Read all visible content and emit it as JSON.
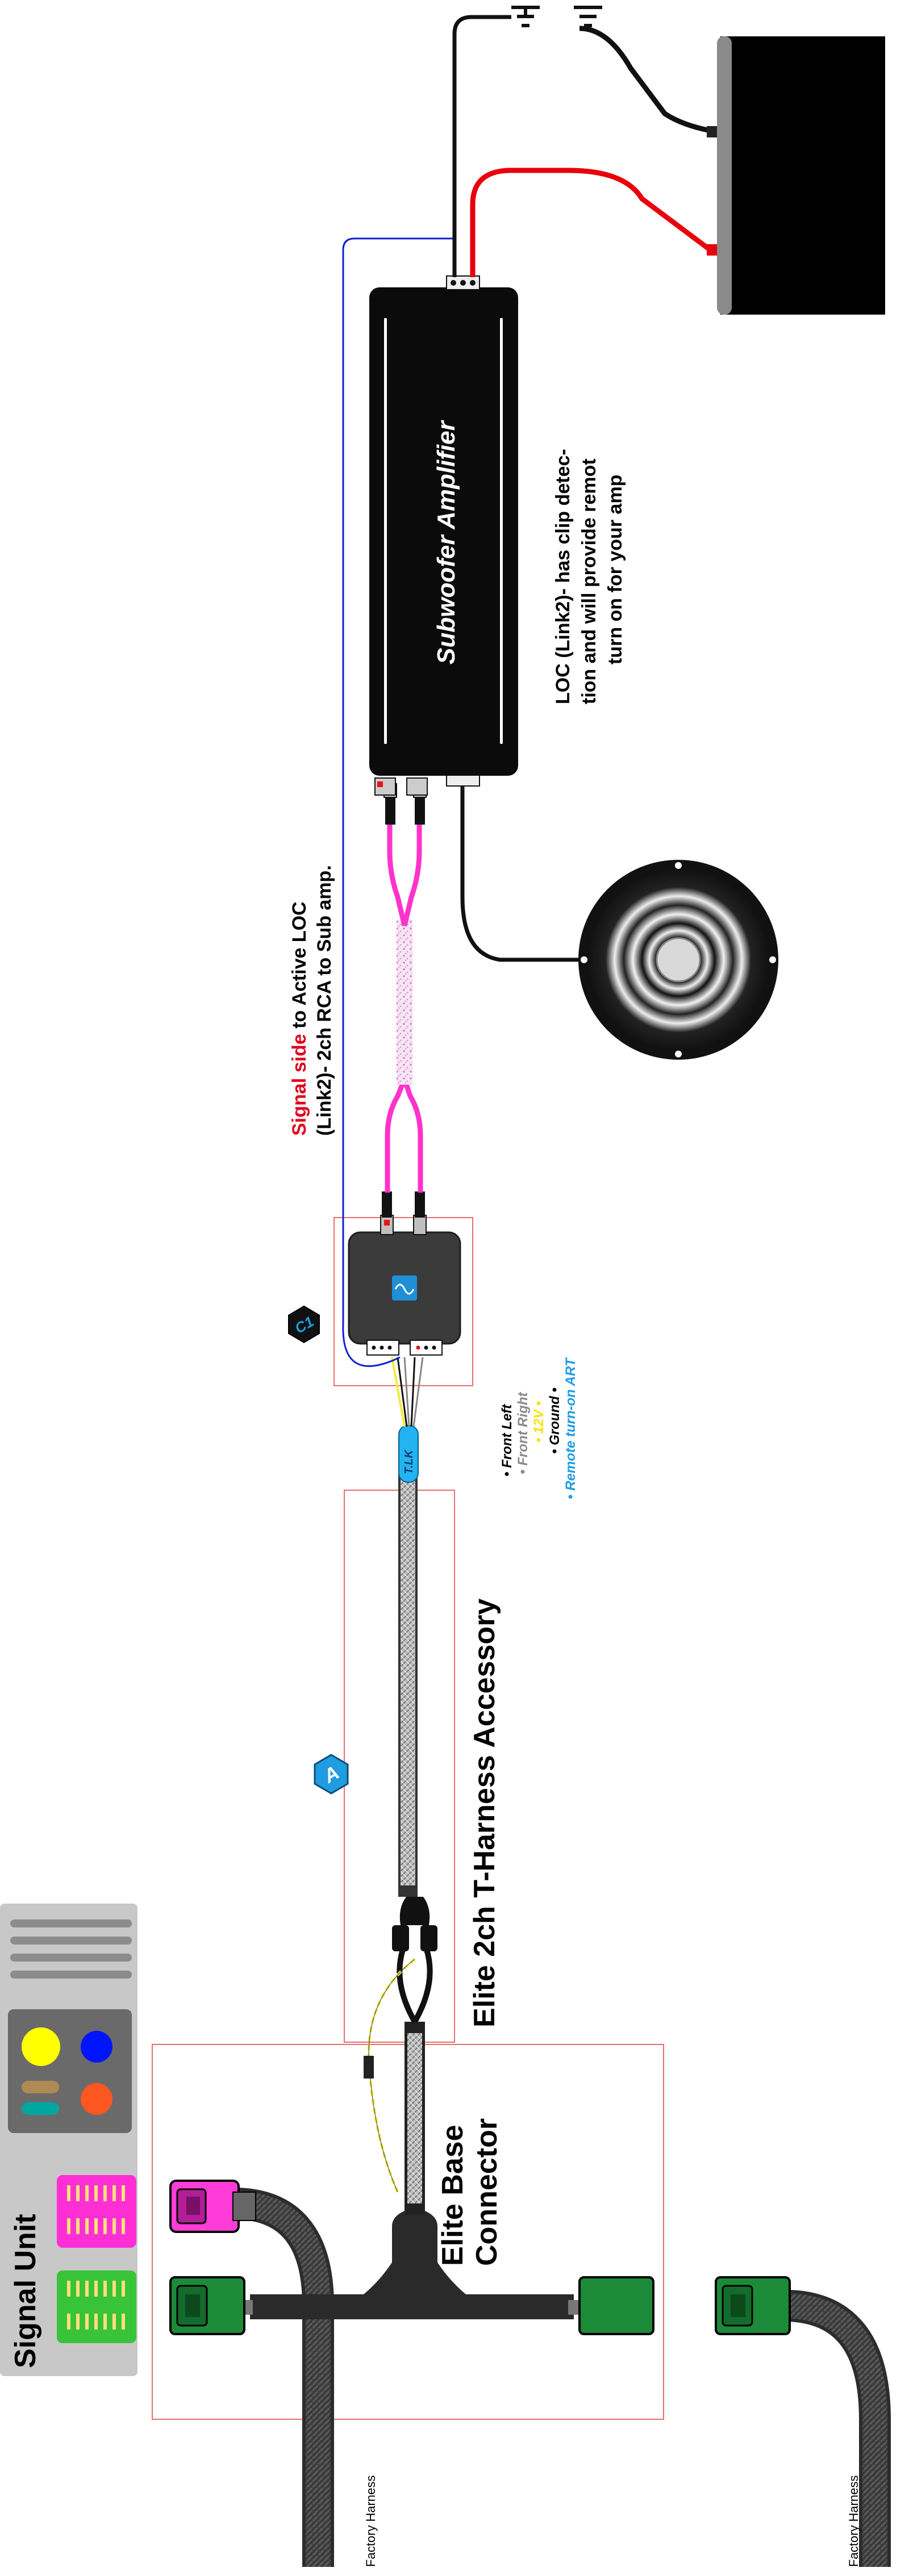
{
  "labels": {
    "signal_unit": "Signal Unit",
    "factory_harness_left": "Factory Harness",
    "factory_harness_right": "Factory Harness",
    "elite_base_line1": "Elite Base",
    "elite_base_line2": "Connector",
    "t_harness": "Elite 2ch T-Harness Accessory",
    "amp_brand": "Subwoofer Amplifier",
    "amp_note_line1": "LOC (Link2)- has clip detec-",
    "amp_note_line2": "tion and will provide remot",
    "amp_note_line3": "turn on for your amp",
    "signal_highlight": "Signal side",
    "signal_rest": " to Active LOC",
    "signal_line2": "(Link2)- 2ch RCA to Sub amp.",
    "badge_a": "A",
    "badge_c1": "C1",
    "tlk_label": "T.LK"
  },
  "wire_legend": [
    {
      "text": "• Front Left",
      "color": "#000000"
    },
    {
      "text": "• Front Right",
      "color": "#8a8a8a"
    },
    {
      "text": "• 12V •",
      "color": "#f5e400"
    },
    {
      "text": "• Ground •",
      "color": "#000000"
    },
    {
      "text": "• Remote turn-on ART",
      "color": "#1e9be8"
    }
  ],
  "colors": {
    "signal_red": "#e0001b",
    "badge_blue": "#1f9de0",
    "power_red": "#e8000a",
    "rca_pink": "#ff33cc",
    "box_outline": "#e86e6e"
  }
}
